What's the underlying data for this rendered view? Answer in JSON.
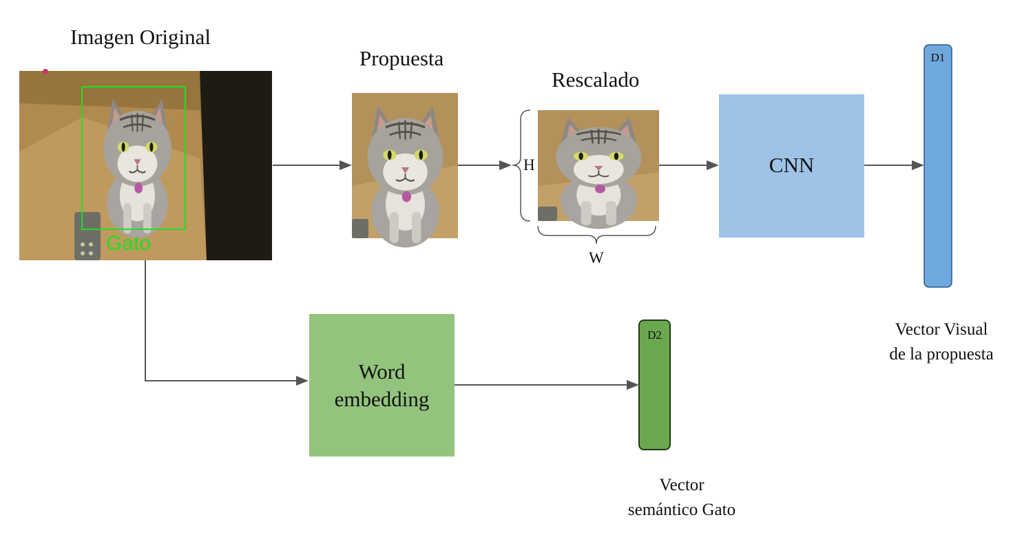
{
  "titles": {
    "original": "Imagen Original",
    "proposal": "Propuesta",
    "rescaled": "Rescalado"
  },
  "detection_label": "Gato",
  "dims": {
    "height": "H",
    "width": "W"
  },
  "blocks": {
    "cnn": "CNN",
    "word_embedding_line1": "Word",
    "word_embedding_line2": "embedding"
  },
  "vectors": {
    "visual_dim": "D1",
    "semantic_dim": "D2",
    "visual_caption_line1": "Vector Visual",
    "visual_caption_line2": "de la propuesta",
    "semantic_caption_line1": "Vector",
    "semantic_caption_line2": "semántico Gato"
  },
  "colors": {
    "bbox": "#22dd22",
    "cnn_fill": "#9fc3e7",
    "word_embedding_fill": "#93c47d",
    "visual_vector_fill": "#6fa8dc",
    "visual_vector_stroke": "#2a5b8c",
    "semantic_vector_fill": "#6aa84f",
    "semantic_vector_stroke": "#1e3b14",
    "arrow": "#555555"
  },
  "icons": {
    "photo": "cat-photo"
  }
}
